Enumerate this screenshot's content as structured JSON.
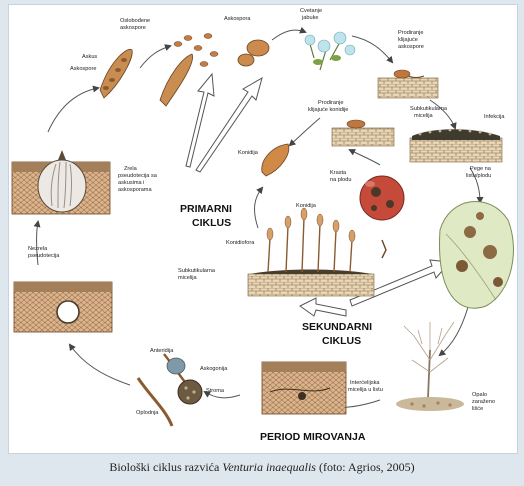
{
  "labels": {
    "askus": "Askus",
    "askospore_left": "Askospore",
    "oslobodjene": [
      "Oslobođene",
      "askospore"
    ],
    "askospora": "Askospora",
    "cvetanje": [
      "Cvetanje",
      "jabuke"
    ],
    "prodiranje_askospore": [
      "Prodiranje",
      "klijajuće",
      "askospore"
    ],
    "prodiranje_konidije": [
      "Prodiranje",
      "klijajuće konidije"
    ],
    "subkutikularna_top": [
      "Subkutikularna",
      "micelija"
    ],
    "infekcija": "Infekcija",
    "zrela_pseudotecija": [
      "Zrela",
      "pseudotecija sa",
      "askusima i",
      "askosporama"
    ],
    "konidija_mid": "Konidija",
    "krastavost": [
      "Krasta",
      "na plodu"
    ],
    "pege": [
      "Pege na",
      "listu/plodu"
    ],
    "konidija_tree": "Konidija",
    "konidiofora": "Konidiofora",
    "subkutikularna_mid": [
      "Subkutikularna",
      "micelija"
    ],
    "nezrela": [
      "Nezrela",
      "pseudotecija"
    ],
    "anteridija": "Anteridija",
    "askogonija": "Askogonija",
    "stroma": "Stroma",
    "oplodnja": "Oplodnja",
    "interbeljska": [
      "Interćelijska",
      "micelija u listu"
    ],
    "opalo": [
      "Opalo",
      "zaraženo",
      "lišće"
    ]
  },
  "stages": {
    "primary": [
      "PRIMARNI",
      "CIKLUS"
    ],
    "secondary": [
      "SEKUNDARNI",
      "CIKLUS"
    ],
    "rest": "PERIOD MIROVANJA"
  },
  "caption": {
    "prefix": "Biološki ciklus razvića ",
    "species": "Venturia inaequalis",
    "suffix": " (foto: Agrios, 2005)"
  }
}
